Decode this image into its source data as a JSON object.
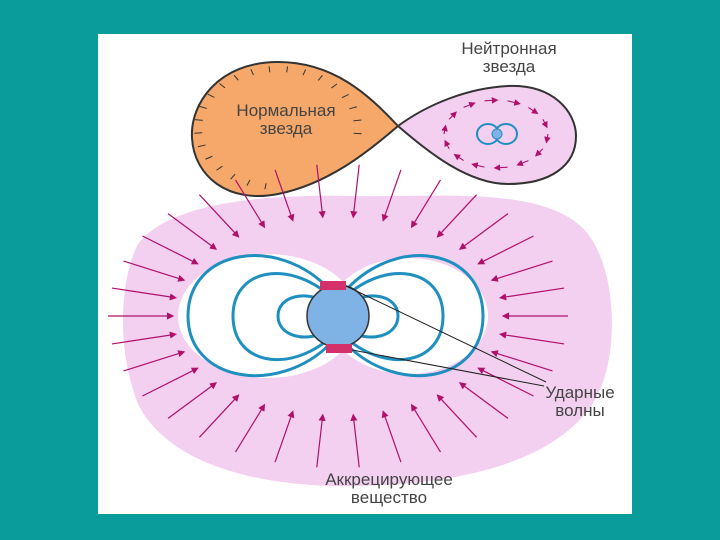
{
  "labels": {
    "neutron_star": [
      "Нейтронная",
      "звезда"
    ],
    "normal_star": [
      "Нормальная",
      "звезда"
    ],
    "shock_waves": [
      "Ударные",
      "волны"
    ],
    "accreting_matter": [
      "Аккрецирующее",
      "вещество"
    ]
  },
  "colors": {
    "background": "#0a9b9b",
    "panel": "#ffffff",
    "normal_star_fill": "#f5a86a",
    "accretion_fill": "#f3cff0",
    "field_lines": "#1f8fc0",
    "star_fill": "#7fb3e6",
    "flow_arrows": "#b0106a",
    "shock_wave": "#d4306a"
  },
  "icons": {
    "flow_arrow": "arrow-icon",
    "star": "neutron-star-icon"
  }
}
